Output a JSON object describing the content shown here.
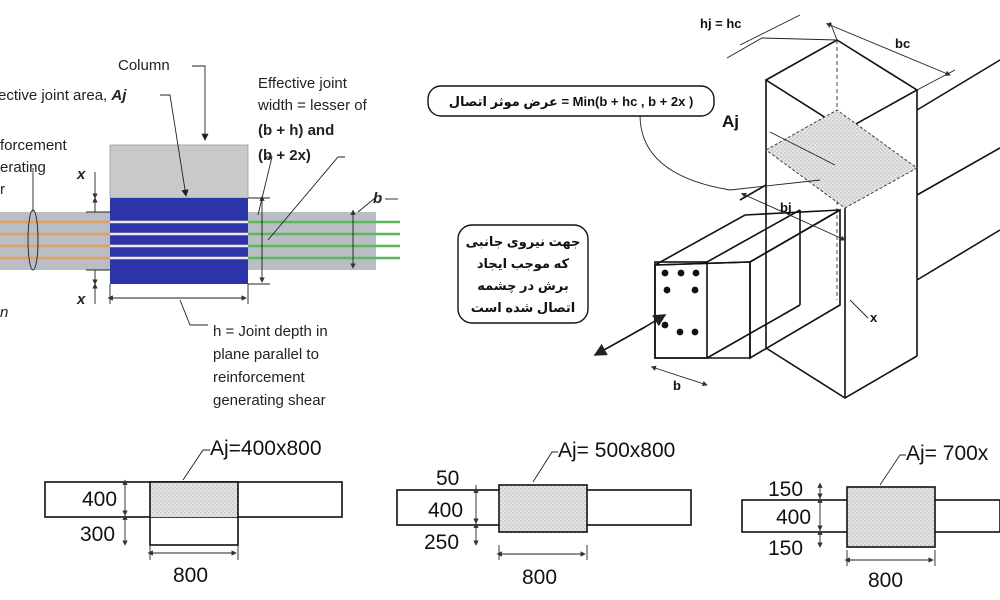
{
  "left_panel": {
    "column_label": "Column",
    "effective_area_label": "ective joint area, ",
    "effective_area_symbol": "Aj",
    "reinf_line1": "forcement",
    "reinf_line2": "erating",
    "reinf_line3": "r",
    "width_line1": "Effective joint",
    "width_line2": "width = lesser of",
    "width_line3": "(b + h) and",
    "width_line4": "(b + 2x)",
    "x_top": "x",
    "x_bottom": "x",
    "b_label": "b",
    "n_label": "n",
    "h_line1": "h = Joint depth in",
    "h_line2": "plane parallel to",
    "h_line3": "reinforcement",
    "h_line4": "generating shear",
    "colors": {
      "column": "#c9c9c9",
      "joint": "#2b35a8",
      "beam": "#b9bec4",
      "bars_orange": "#e3a060",
      "bars_green": "#5cb85c"
    }
  },
  "right_panel": {
    "hj_label": "hj = hc",
    "bc_label": "bc",
    "formula": "عرض موثر اتصال = Min(b + hc , b + 2x )",
    "aj_label": "Aj",
    "bj_label": "bj",
    "force_line1": "جهت نیروی جانبی",
    "force_line2": "که موجب ایجاد",
    "force_line3": "برش در چشمه",
    "force_line4": "اتصال شده است",
    "x_label": "x",
    "b_label": "b"
  },
  "examples": [
    {
      "aj": "Aj=400x800",
      "top": "",
      "mid": "400",
      "bot": "300",
      "width": "800"
    },
    {
      "aj": "Aj= 500x800",
      "top": "50",
      "mid": "400",
      "bot": "250",
      "width": "800"
    },
    {
      "aj": "Aj= 700x",
      "top": "150",
      "mid": "400",
      "bot": "150",
      "width": "800"
    }
  ]
}
